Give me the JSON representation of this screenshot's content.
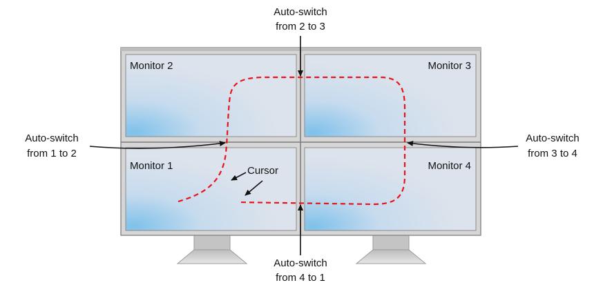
{
  "monitors": {
    "monitor_1": "Monitor 1",
    "monitor_2": "Monitor 2",
    "monitor_3": "Monitor 3",
    "monitor_4": "Monitor 4"
  },
  "annotations": {
    "auto_switch": "Auto-switch",
    "from_1_to_2": "from 1 to 2",
    "from_2_to_3": "from 2 to 3",
    "from_3_to_4": "from 3 to 4",
    "from_4_to_1": "from 4 to 1",
    "cursor": "Cursor"
  },
  "colors": {
    "cursor_path": "#e8121b",
    "screen_fill": "#dbe3ee",
    "screen_glow": "#7fc1ea",
    "bezel": "#d9d9d9",
    "stand": "#cfcfcf",
    "arrow": "#111111"
  }
}
